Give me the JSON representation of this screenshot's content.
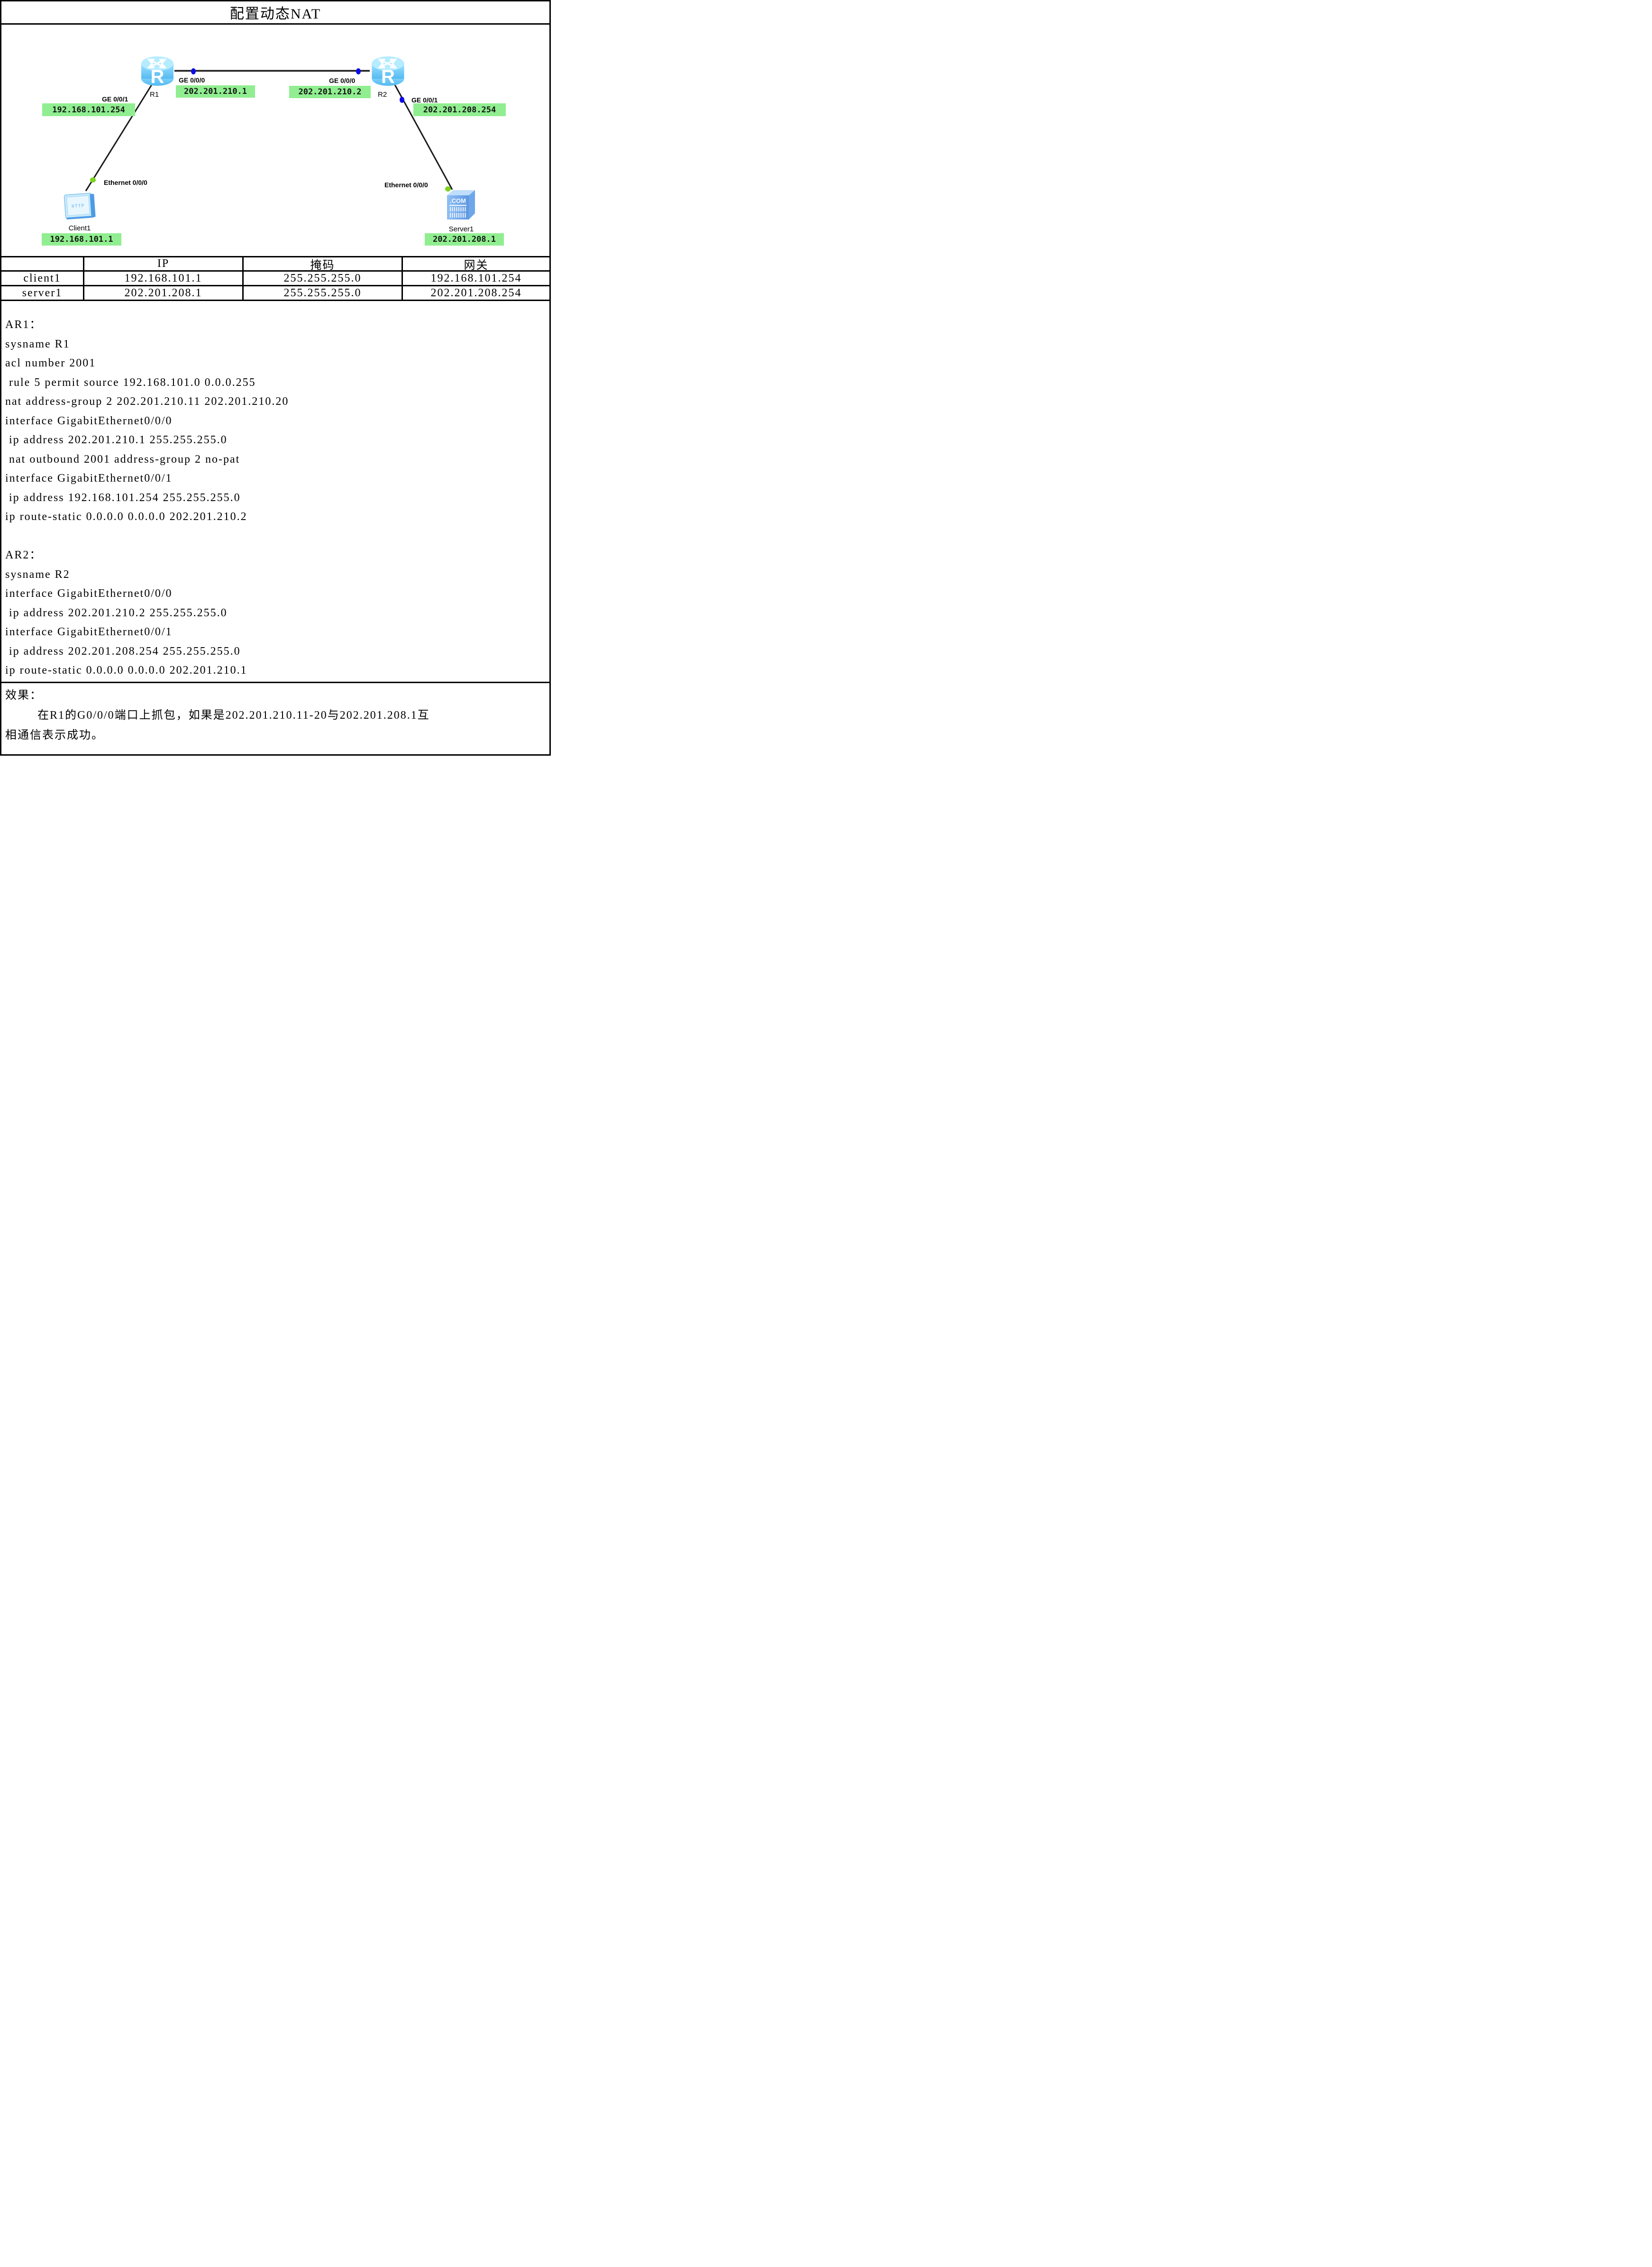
{
  "title": "配置动态NAT",
  "diagram": {
    "router_letter": "R",
    "r1": {
      "name": "R1",
      "ge000_label": "GE 0/0/0",
      "ge000_ip": "202.201.210.1",
      "ge001_label": "GE 0/0/1",
      "ge001_ip": "192.168.101.254"
    },
    "r2": {
      "name": "R2",
      "ge000_label": "GE 0/0/0",
      "ge000_ip": "202.201.210.2",
      "ge001_label": "GE 0/0/1",
      "ge001_ip": "202.201.208.254"
    },
    "client1": {
      "name": "Client1",
      "iface_label": "Ethernet 0/0/0",
      "ip": "192.168.101.1",
      "icon_text": "HTTP"
    },
    "server1": {
      "name": "Server1",
      "iface_label": "Ethernet 0/0/0",
      "ip": "202.201.208.1",
      "icon_text": ".COM"
    },
    "colors": {
      "ip_badge_bg": "#90EE90",
      "port_dot_green": "#7CD41F",
      "port_dot_blue": "#0B0BE8",
      "router_body": "#54BAF2",
      "link_line": "#1A1A1A"
    }
  },
  "table": {
    "headers": [
      "",
      "IP",
      "掩码",
      "网关"
    ],
    "rows": [
      {
        "name": "client1",
        "ip": "192.168.101.1",
        "mask": "255.255.255.0",
        "gateway": "192.168.101.254"
      },
      {
        "name": "server1",
        "ip": "202.201.208.1",
        "mask": "255.255.255.0",
        "gateway": "202.201.208.254"
      }
    ]
  },
  "config": {
    "lines": [
      "AR1：",
      "sysname R1",
      "acl number 2001",
      " rule 5 permit source 192.168.101.0 0.0.0.255",
      "nat address-group 2 202.201.210.11 202.201.210.20",
      "interface GigabitEthernet0/0/0",
      " ip address 202.201.210.1 255.255.255.0",
      " nat outbound 2001 address-group 2 no-pat",
      "interface GigabitEthernet0/0/1",
      " ip address 192.168.101.254 255.255.255.0",
      "ip route-static 0.0.0.0 0.0.0.0 202.201.210.2",
      "",
      "AR2：",
      "sysname R2",
      "interface GigabitEthernet0/0/0",
      " ip address 202.201.210.2 255.255.255.0",
      "interface GigabitEthernet0/0/1",
      " ip address 202.201.208.254 255.255.255.0",
      "ip route-static 0.0.0.0 0.0.0.0 202.201.210.1"
    ]
  },
  "result": {
    "lines": [
      "效果：",
      "　　  在R1的G0/0/0端口上抓包，如果是202.201.210.11-20与202.201.208.1互",
      "相通信表示成功。"
    ]
  }
}
